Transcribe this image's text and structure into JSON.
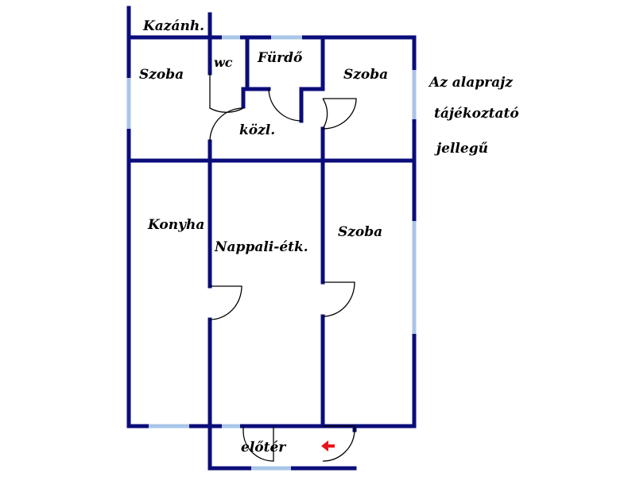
{
  "colors": {
    "wall": "#0b0d7a",
    "window": "#a9c6e8",
    "door": "#000000",
    "entrance_arrow": "#e8141b",
    "background": "#ffffff"
  },
  "rooms": {
    "kazanh": "Kazánh.",
    "szoba_top_left": "Szoba",
    "wc": "wc",
    "furdo": "Fürdő",
    "szoba_top_right": "Szoba",
    "kozl": "közl.",
    "konyha": "Konyha",
    "nappali": "Nappali-étk.",
    "szoba_right": "Szoba",
    "eloter": "előtér"
  },
  "note": {
    "line1": "Az alaprajz",
    "line2": "tájékoztató",
    "line3": "jellegű"
  },
  "icons": {
    "entrance": "entrance-arrow-icon"
  }
}
